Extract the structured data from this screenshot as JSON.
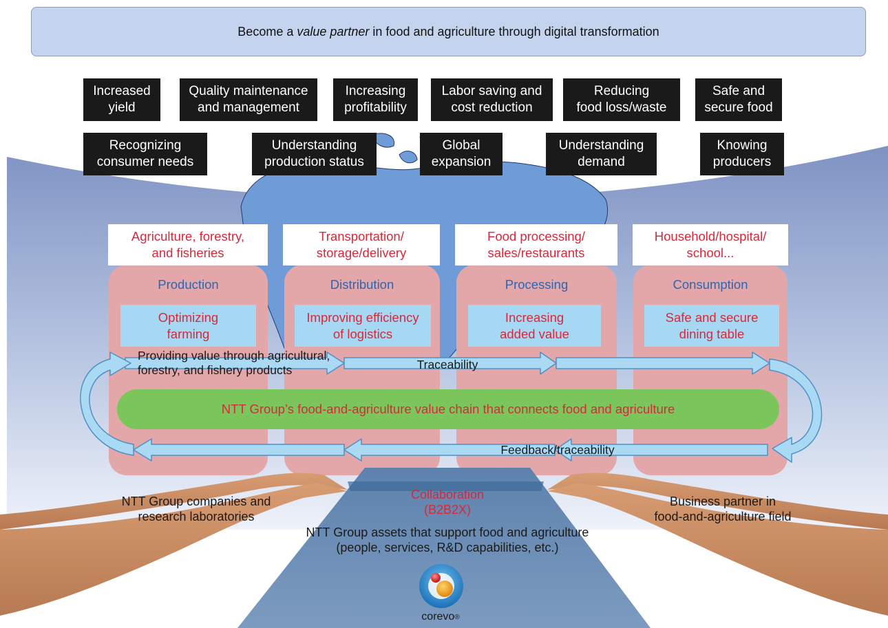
{
  "banner": {
    "prefix": "Become a ",
    "emphasis": "value partner",
    "suffix": " in food and agriculture through digital transformation"
  },
  "values_row1": [
    "Increased\nyield",
    "Quality maintenance\nand management",
    "Increasing\nprofitability",
    "Labor saving and\ncost reduction",
    "Reducing\nfood loss/waste",
    "Safe and\nsecure food"
  ],
  "values_row2": [
    "Recognizing\nconsumer needs",
    "Understanding\nproduction status",
    "Global\nexpansion",
    "Understanding\ndemand",
    "Knowing\nproducers"
  ],
  "stages": [
    {
      "title": "Agriculture, forestry,\nand fisheries",
      "name": "Production",
      "goal": "Optimizing\nfarming"
    },
    {
      "title": "Transportation/\nstorage/delivery",
      "name": "Distribution",
      "goal": "Improving efficiency\nof logistics"
    },
    {
      "title": "Food processing/\nsales/restaurants",
      "name": "Processing",
      "goal": "Increasing\nadded value"
    },
    {
      "title": "Household/hospital/\nschool...",
      "name": "Consumption",
      "goal": "Safe and secure\ndining table"
    }
  ],
  "flow": {
    "providing_value": "Providing value through agricultural,\nforestry, and fishery products",
    "traceability": "Traceability",
    "feedback": "Feedback/traceability",
    "value_chain": "NTT Group’s food-and-agriculture value chain that connects food and agriculture"
  },
  "bottom": {
    "left_label": "NTT Group companies and\nresearch laboratories",
    "right_label": "Business partner in\nfood-and-agriculture field",
    "collaboration": "Collaboration\n(B2B2X)",
    "assets": "NTT Group assets that support food and agriculture\n(people, services, R&D capabilities, etc.)",
    "logo_text": "corevo",
    "logo_mark": "®"
  },
  "colors": {
    "banner_fill": "#c4d3ee",
    "value_box": "#1a1a1a",
    "stage_column": "#e3a7aa",
    "stage_goal": "#a6d8f3",
    "value_chain_bar": "#7bc65a",
    "accent_red": "#d8283a",
    "stage_name_blue": "#2f64b0",
    "arrow_fill": "#aad9f4",
    "hand_arrow": "#c08660",
    "assets_arrow": "#6d8eb5"
  }
}
